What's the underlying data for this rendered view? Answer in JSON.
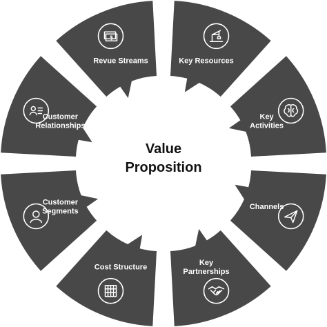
{
  "center": {
    "line1": "Value",
    "line2": "Proposition"
  },
  "colors": {
    "segment": "#484848",
    "icon": "#ffffff",
    "text": "#ffffff",
    "center_text": "#111111"
  },
  "segments": [
    {
      "id": "key-resources",
      "lines": [
        "Key Resources"
      ],
      "icon": "crane-icon"
    },
    {
      "id": "key-activities",
      "lines": [
        "Key",
        "Activities"
      ],
      "icon": "brain-icon"
    },
    {
      "id": "channels",
      "lines": [
        "Channels"
      ],
      "icon": "paper-plane-icon"
    },
    {
      "id": "key-partnerships",
      "lines": [
        "Key",
        "Partnerships"
      ],
      "icon": "handshake-icon"
    },
    {
      "id": "cost-structure",
      "lines": [
        "Cost Structure"
      ],
      "icon": "abacus-icon"
    },
    {
      "id": "customer-segments",
      "lines": [
        "Customer",
        "Segments"
      ],
      "icon": "person-icon"
    },
    {
      "id": "customer-relationships",
      "lines": [
        "Customer",
        "Relationships"
      ],
      "icon": "contact-card-icon"
    },
    {
      "id": "revue-streams",
      "lines": [
        "Revue Streams"
      ],
      "icon": "banknote-icon"
    }
  ]
}
